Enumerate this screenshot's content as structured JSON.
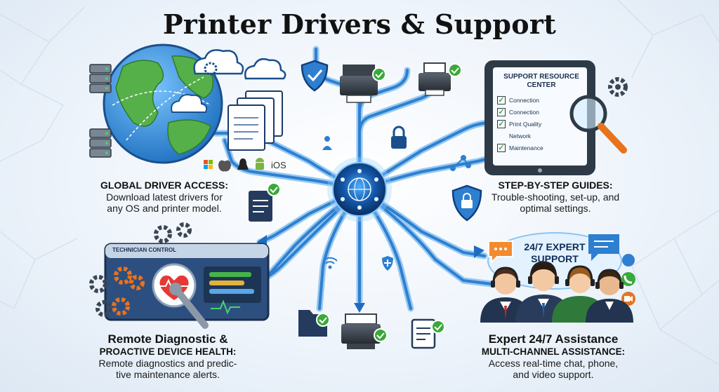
{
  "title": "Printer Drivers & Support",
  "global": {
    "heading": "GLOBAL DRIVER ACCESS:",
    "body_line1": "Download latest drivers for",
    "body_line2": "any OS and printer model.",
    "os_label": "iOS"
  },
  "guides": {
    "heading": "STEP-BY-STEP GUIDES:",
    "body_line1": "Trouble-shooting, set-up, and",
    "body_line2": "optimal settings.",
    "tablet_title_line1": "SUPPORT RESOURCE",
    "tablet_title_line2": "CENTER",
    "checklist": [
      "Connection",
      "Connection",
      "Print Quality",
      "Network",
      "Maintenance"
    ]
  },
  "remote": {
    "heading_line1": "Remote Diagnostic &",
    "heading_line2": "PROACTIVE DEVICE HEALTH:",
    "body_line1": "Remote diagnostics and predic-",
    "body_line2": "tive maintenance alerts.",
    "panel_label": "TECHNICIAN CONTROL"
  },
  "expert": {
    "heading_line1": "Expert 24/7 Assistance",
    "heading_line2": "MULTI-CHANNEL ASSISTANCE:",
    "body_line1": "Access real-time chat, phone,",
    "body_line2": "and video support.",
    "badge_line1": "24/7 EXPERT",
    "badge_line2": "SUPPORT"
  },
  "colors": {
    "pipe": "#2e7fd0",
    "pipe_light": "#8cc4f2",
    "check": "#39a93a",
    "hub": "#0f3f7e",
    "globe_ocean": "#2f8fd8",
    "globe_land": "#56b04a"
  },
  "icons": [
    "globe-icon",
    "server-icon",
    "cloud-icon",
    "document-icon",
    "printer-icon",
    "shield-icon",
    "lock-icon",
    "gear-icon",
    "magnifier-icon",
    "tablet-icon",
    "heartbeat-icon",
    "wrench-icon",
    "headset-icon",
    "chat-icon",
    "phone-icon",
    "video-icon",
    "wifi-icon",
    "network-hub-icon"
  ]
}
